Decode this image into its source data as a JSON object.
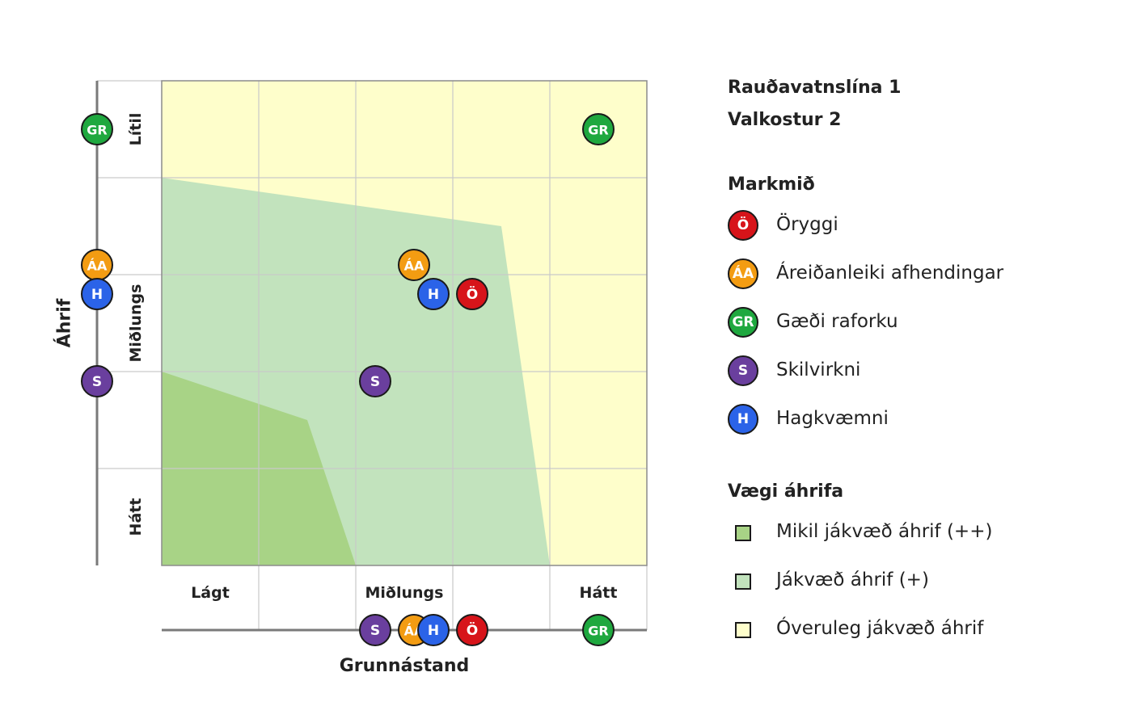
{
  "legend": {
    "title_line1": "Rauðavatnslína 1",
    "title_line2": "Valkostur 2",
    "goals_heading": "Markmið",
    "goals": [
      {
        "abbr": "Ö",
        "label": "Öryggi",
        "color": "#d7141a"
      },
      {
        "abbr": "ÁA",
        "label": "Áreiðanleiki afhendingar",
        "color": "#f39c12"
      },
      {
        "abbr": "GR",
        "label": "Gæði raforku",
        "color": "#1fa83f"
      },
      {
        "abbr": "S",
        "label": "Skilvirkni",
        "color": "#6a3f9e"
      },
      {
        "abbr": "H",
        "label": "Hagkvæmni",
        "color": "#2b63e8"
      }
    ],
    "weight_heading": "Vægi áhrifa",
    "weights": [
      {
        "label": "Mikil jákvæð áhrif (++)",
        "color": "#a8d386"
      },
      {
        "label": "Jákvæð áhrif (+)",
        "color": "#c2e3bd"
      },
      {
        "label": "Óveruleg jákvæð áhrif",
        "color": "#fefecb"
      }
    ]
  },
  "chart_data": {
    "type": "scatter",
    "x_axis_title": "Grunnástand",
    "y_axis_title": "Áhrif",
    "x_range": [
      0,
      5
    ],
    "y_range": [
      0,
      5
    ],
    "x_tick_labels": [
      {
        "label": "Lágt",
        "value": 0.5
      },
      {
        "label": "Miðlungs",
        "value": 2.5
      },
      {
        "label": "Hátt",
        "value": 4.5
      }
    ],
    "y_tick_labels": [
      {
        "label": "Lítil",
        "value": 4.5
      },
      {
        "label": "Miðlungs",
        "value": 2.5
      },
      {
        "label": "Hátt",
        "value": 0.5
      }
    ],
    "regions": [
      {
        "category": "Óveruleg jákvæð áhrif",
        "color": "#fefecb",
        "points": [
          [
            0,
            0
          ],
          [
            5,
            0
          ],
          [
            5,
            5
          ],
          [
            0,
            5
          ]
        ]
      },
      {
        "category": "Jákvæð áhrif (+)",
        "color": "#c2e3bd",
        "points": [
          [
            0,
            4
          ],
          [
            3.5,
            3.5
          ],
          [
            4,
            0
          ],
          [
            0,
            0
          ]
        ]
      },
      {
        "category": "Mikil jákvæð áhrif (++)",
        "color": "#a8d386",
        "points": [
          [
            0,
            2
          ],
          [
            1.5,
            1.5
          ],
          [
            2,
            0
          ],
          [
            0,
            0
          ]
        ]
      }
    ],
    "points": [
      {
        "abbr": "GR",
        "x": 4.5,
        "y": 4.5
      },
      {
        "abbr": "ÁA",
        "x": 2.6,
        "y": 3.1
      },
      {
        "abbr": "H",
        "x": 2.8,
        "y": 2.8
      },
      {
        "abbr": "Ö",
        "x": 3.2,
        "y": 2.8
      },
      {
        "abbr": "S",
        "x": 2.2,
        "y": 1.9
      }
    ],
    "y_axis_markers": [
      {
        "abbr": "GR",
        "y": 4.5
      },
      {
        "abbr": "ÁA",
        "y": 3.1
      },
      {
        "abbr": "H",
        "y": 2.8
      },
      {
        "abbr": "S",
        "y": 1.9
      }
    ],
    "x_axis_markers": [
      {
        "abbr": "S",
        "x": 2.2
      },
      {
        "abbr": "ÁA",
        "x": 2.6
      },
      {
        "abbr": "H",
        "x": 2.8
      },
      {
        "abbr": "Ö",
        "x": 3.2
      },
      {
        "abbr": "GR",
        "x": 4.5
      }
    ]
  }
}
